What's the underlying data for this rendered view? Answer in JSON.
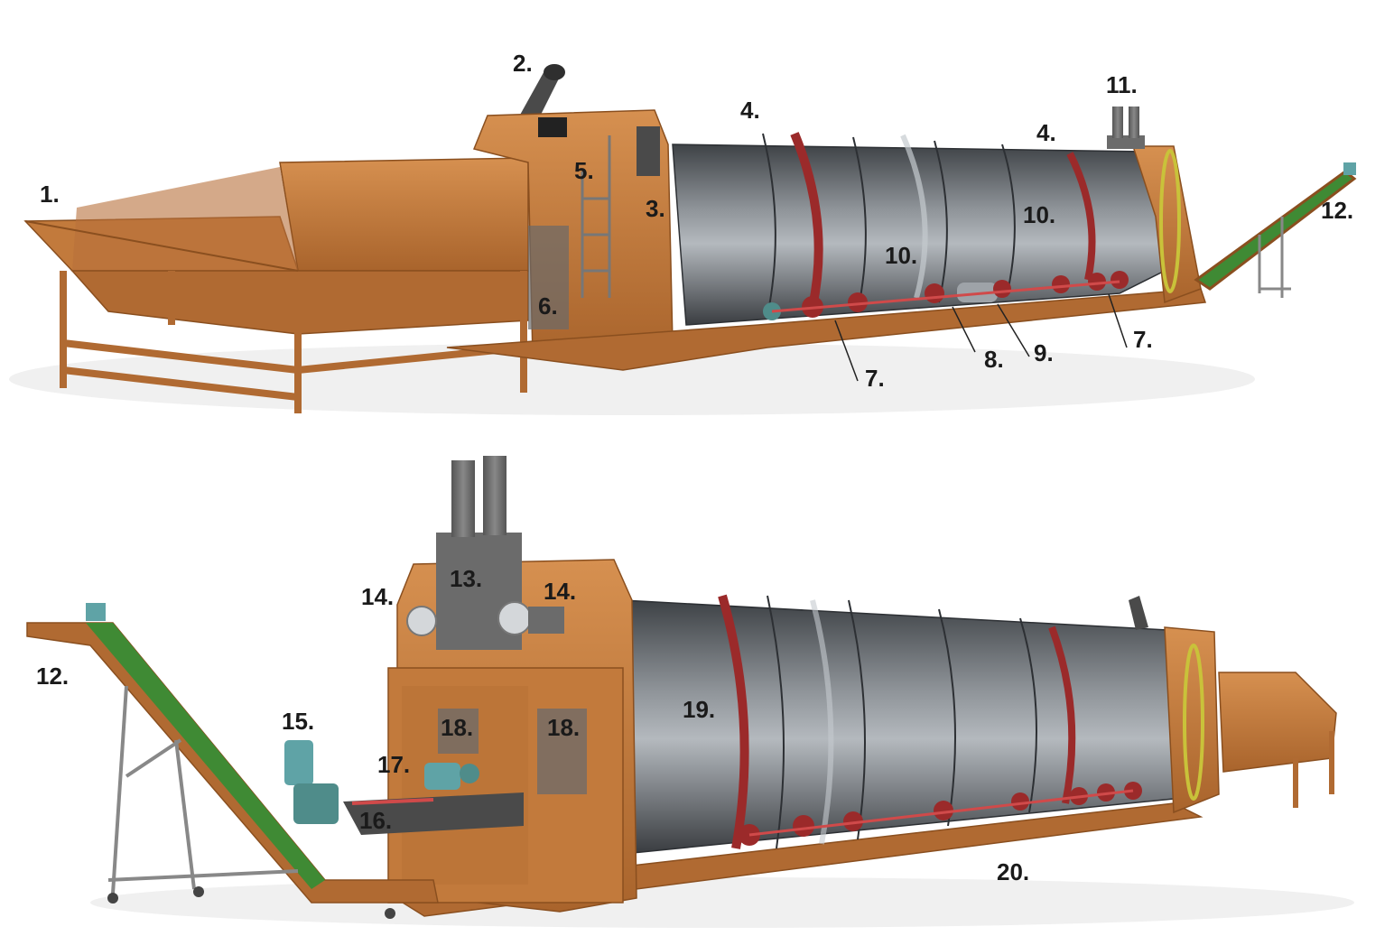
{
  "colors": {
    "frame": "#c27a3c",
    "frame_dark": "#9a5a26",
    "frame_light": "#d69050",
    "drum": "#6d7175",
    "drum_dark": "#3e4246",
    "drum_light": "#a8adb2",
    "red_ring": "#9b2a2a",
    "conveyor_belt": "#3f8a34",
    "motor": "#5fa3a6",
    "stack": "#6b6b6b"
  },
  "top_view": {
    "labels": [
      "1.",
      "2.",
      "3.",
      "4.",
      "4.",
      "5.",
      "6.",
      "7.",
      "7.",
      "8.",
      "9.",
      "10.",
      "10.",
      "11.",
      "12."
    ]
  },
  "bottom_view": {
    "labels": [
      "12.",
      "13.",
      "14.",
      "14.",
      "15.",
      "16.",
      "17.",
      "18.",
      "18.",
      "19.",
      "20."
    ]
  }
}
